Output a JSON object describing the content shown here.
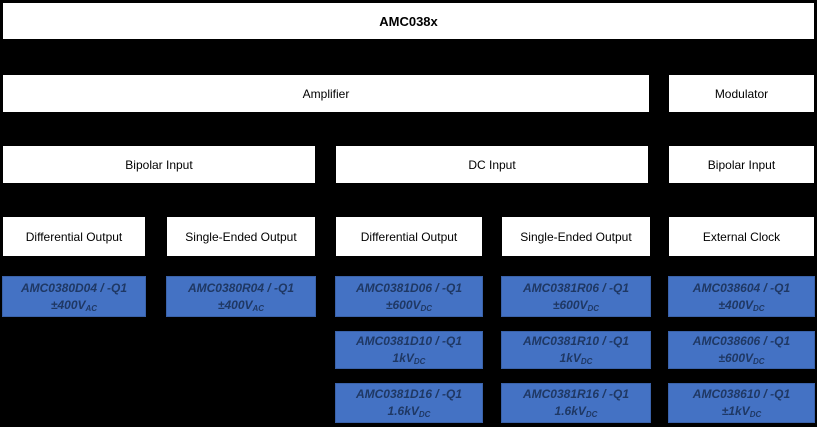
{
  "title": "AMC038x",
  "colors": {
    "background": "#000000",
    "category_box": "#ffffff",
    "product_box": "#4472C4",
    "product_border": "#3A62A9",
    "product_text": "#1F3864"
  },
  "level2": {
    "amplifier": "Amplifier",
    "modulator": "Modulator"
  },
  "level3": {
    "bipolar_left": "Bipolar Input",
    "dc": "DC Input",
    "bipolar_right": "Bipolar Input"
  },
  "level4": {
    "diff_out_1": "Differential Output",
    "se_out_1": "Single-Ended Output",
    "diff_out_2": "Differential Output",
    "se_out_2": "Single-Ended Output",
    "ext_clock": "External Clock"
  },
  "products": [
    {
      "name": "AMC0380D04 / -Q1",
      "voltage": "±400V",
      "sub": "AC"
    },
    {
      "name": "AMC0380R04 / -Q1",
      "voltage": "±400V",
      "sub": "AC"
    },
    {
      "name": "AMC0381D06 / -Q1",
      "voltage": "±600V",
      "sub": "DC"
    },
    {
      "name": "AMC0381R06 / -Q1",
      "voltage": "±600V",
      "sub": "DC"
    },
    {
      "name": "AMC038604 / -Q1",
      "voltage": "±400V",
      "sub": "DC"
    },
    {
      "name": "AMC0381D10 / -Q1",
      "voltage": "1kV",
      "sub": "DC"
    },
    {
      "name": "AMC0381R10 / -Q1",
      "voltage": "1kV",
      "sub": "DC"
    },
    {
      "name": "AMC038606 / -Q1",
      "voltage": "±600V",
      "sub": "DC"
    },
    {
      "name": "AMC0381D16 / -Q1",
      "voltage": "1.6kV",
      "sub": "DC"
    },
    {
      "name": "AMC0381R16 / -Q1",
      "voltage": "1.6kV",
      "sub": "DC"
    },
    {
      "name": "AMC038610 / -Q1",
      "voltage": "±1kV",
      "sub": "DC"
    }
  ]
}
